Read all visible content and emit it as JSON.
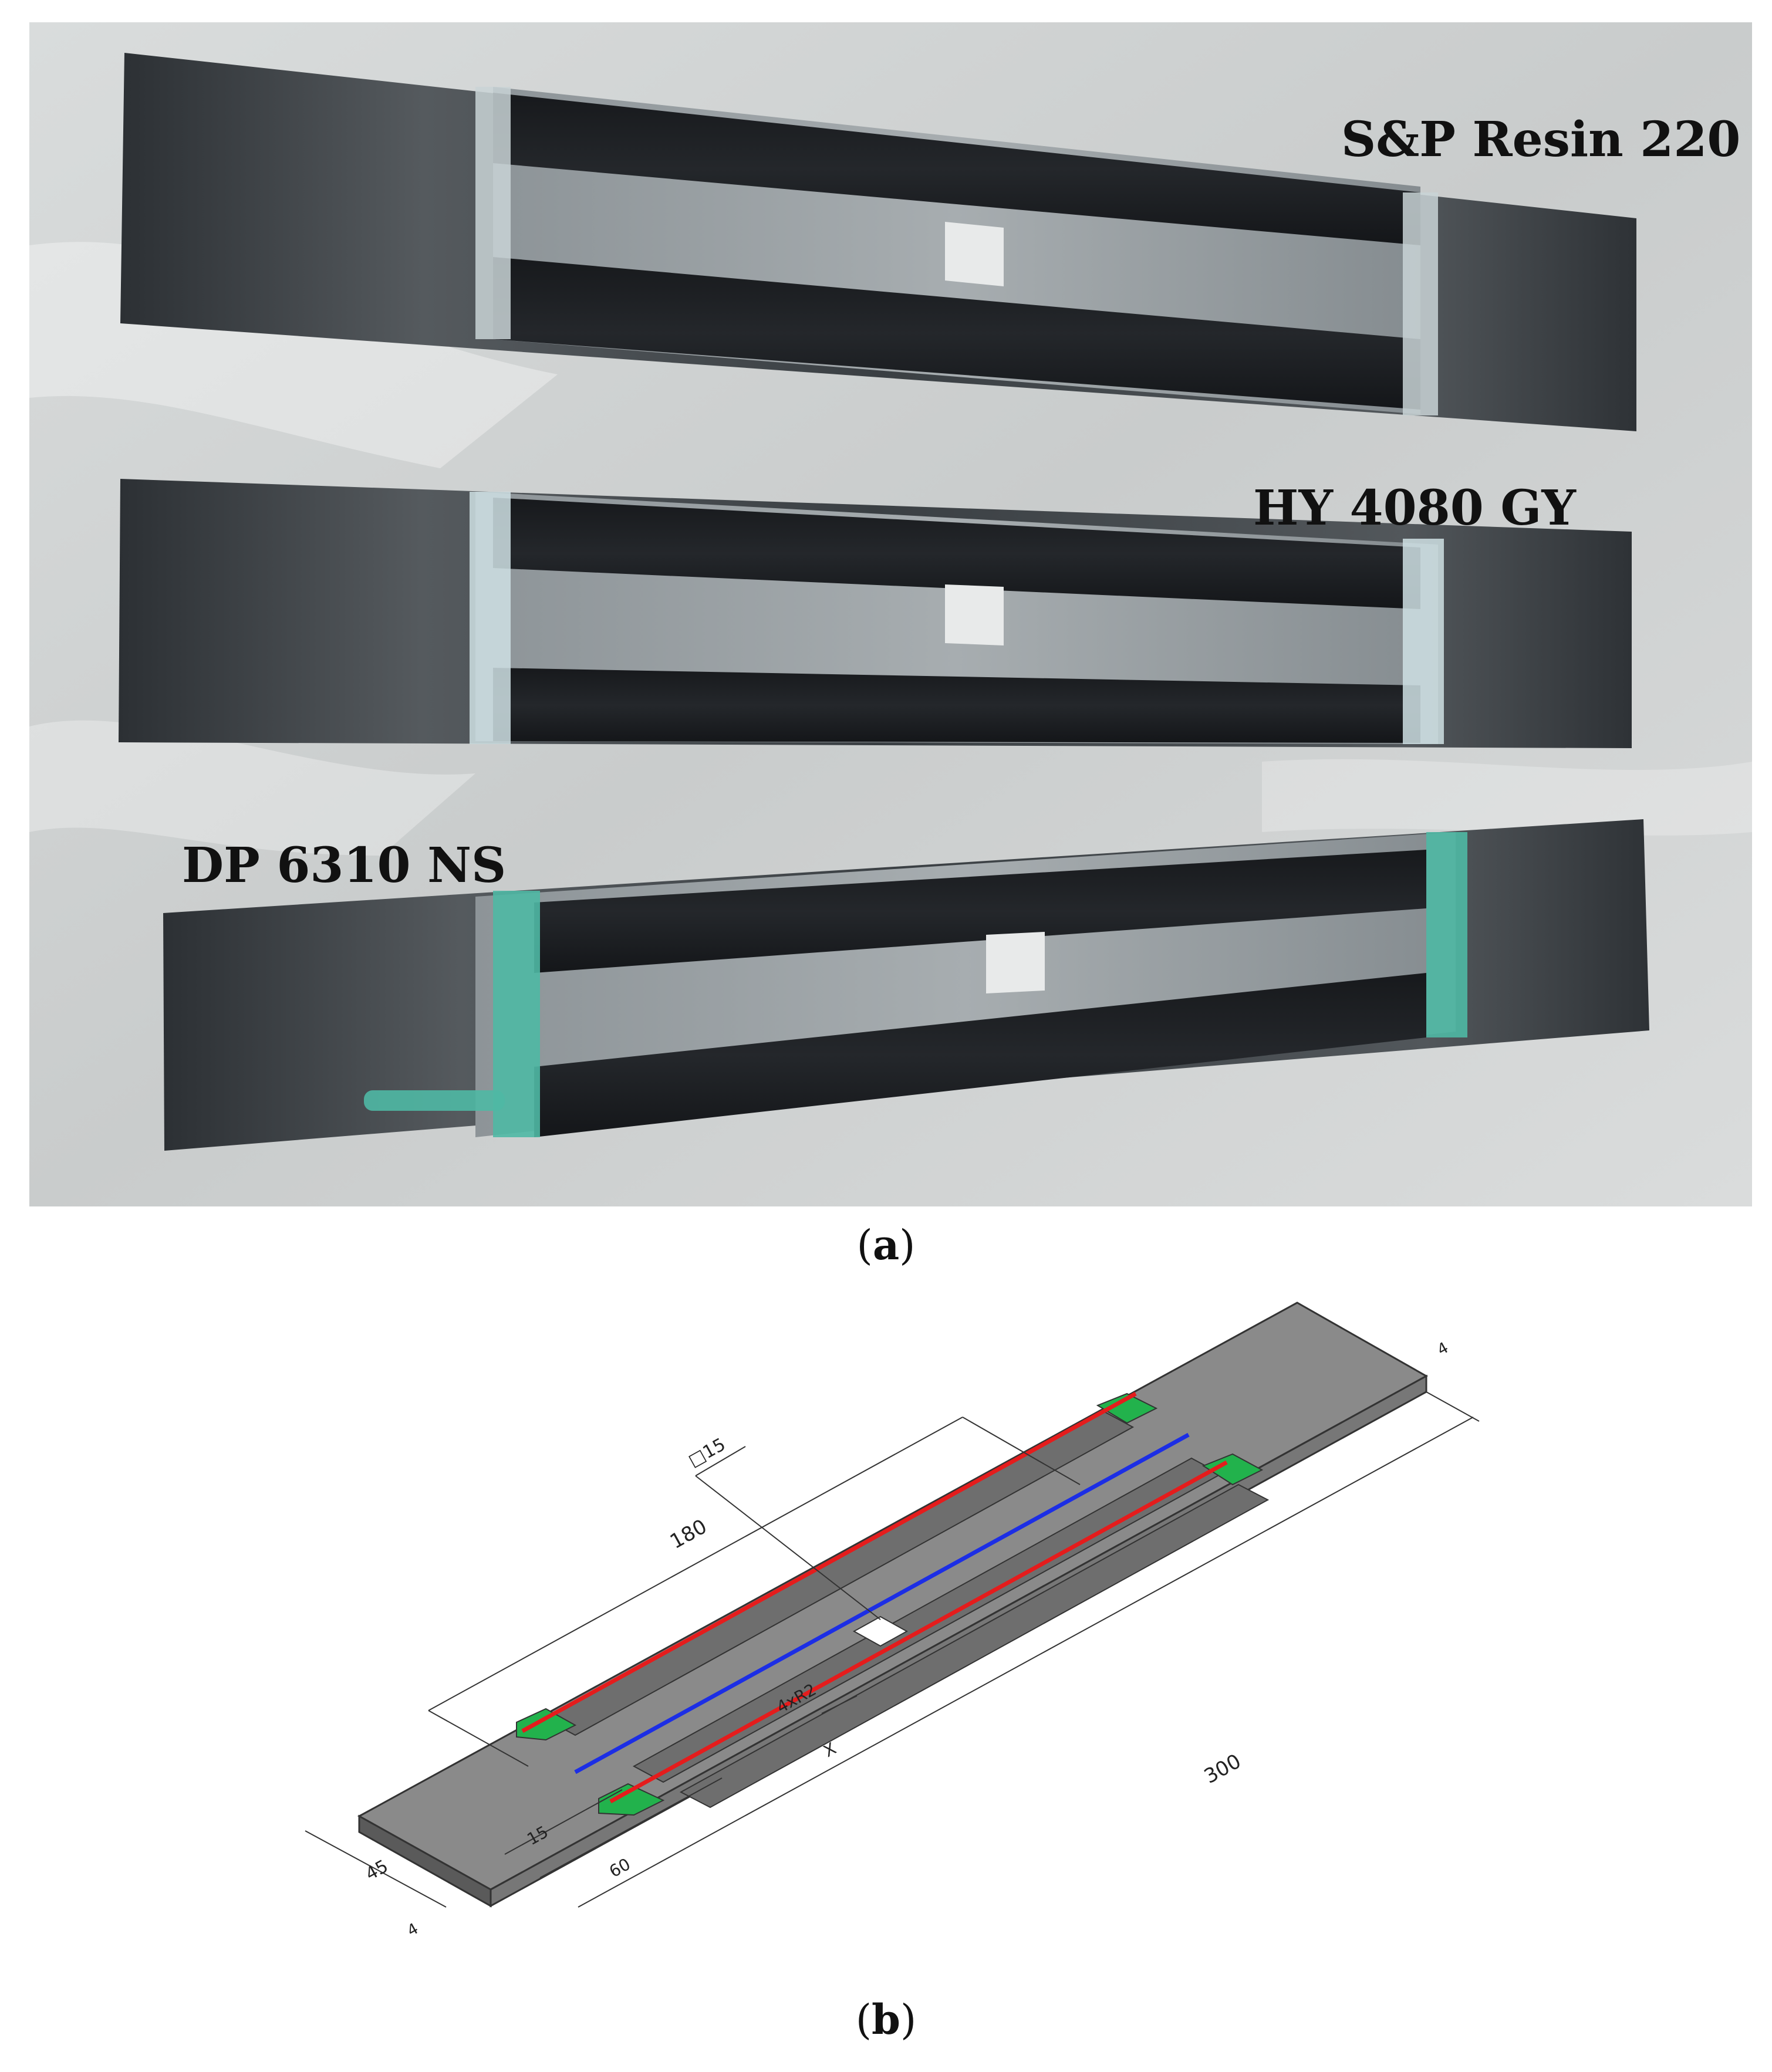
{
  "figure": {
    "panel_a": {
      "caption_open": "(",
      "caption_letter": "a",
      "caption_close": ")",
      "samples": [
        {
          "label": "S&P Resin 220",
          "adhesive_color": "#c9d3d6"
        },
        {
          "label": "HY 4080 GY",
          "adhesive_color": "#cfe0e4"
        },
        {
          "label": "DP 6310 NS",
          "adhesive_color": "#4fb8a4"
        }
      ]
    },
    "panel_b": {
      "caption_open": "(",
      "caption_letter": "b",
      "caption_close": ")",
      "dimensions": {
        "length_total": "300",
        "length_bonded": "180",
        "width": "45",
        "thickness": "4",
        "thickness_top": "4",
        "hole": "□15",
        "fillet": "4xR2",
        "strip_width": "15",
        "offset": "60",
        "axis": "X"
      },
      "colors": {
        "steel": "#8a8a8a",
        "steel_dark": "#5a5a5a",
        "adhesive": "#22b24c",
        "gauge_outer": "#e51c1c",
        "gauge_center": "#1c2ee5"
      }
    }
  }
}
